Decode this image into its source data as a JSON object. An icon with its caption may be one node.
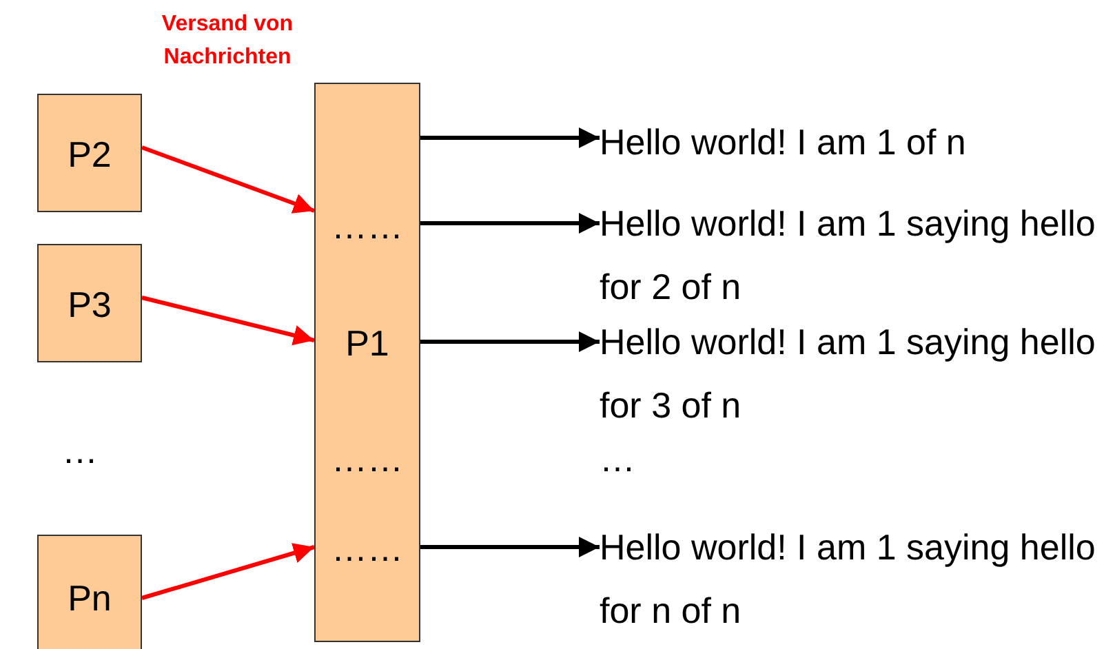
{
  "diagram": {
    "nodes": [
      {
        "text": [
          "P2"
        ]
      },
      {
        "text": [
          "P3"
        ]
      },
      {
        "text": [
          "Pn"
        ]
      },
      {
        "text": [
          "……",
          "P1",
          "……",
          "……"
        ]
      },
      {
        "text": [
          "Hello world! I am 1 of n"
        ]
      },
      {
        "text": [
          "Hello world! I am 1 saying hello  for 2 of n"
        ]
      },
      {
        "text": [
          "Hello world! I am 1 saying hello  for 3 of n"
        ]
      },
      {
        "text": [
          "Hello world! I am 1 saying hello  for n of n"
        ]
      }
    ],
    "edges": [
      {
        "from": 0,
        "to": 3,
        "arrow": "to",
        "color": "#ff0000"
      },
      {
        "from": 1,
        "to": 3,
        "arrow": "to",
        "color": "#ff0000"
      },
      {
        "from": 2,
        "to": 3,
        "arrow": "to",
        "color": "#ff0000"
      },
      {
        "from": 3,
        "to": 4,
        "arrow": "to"
      },
      {
        "from": 3,
        "to": 5,
        "arrow": "to"
      },
      {
        "from": 3,
        "to": 6,
        "arrow": "to"
      },
      {
        "from": 3,
        "to": 7,
        "arrow": "to"
      }
    ],
    "labels": [
      "Versand von Nachrichten",
      "…",
      "…"
    ]
  }
}
